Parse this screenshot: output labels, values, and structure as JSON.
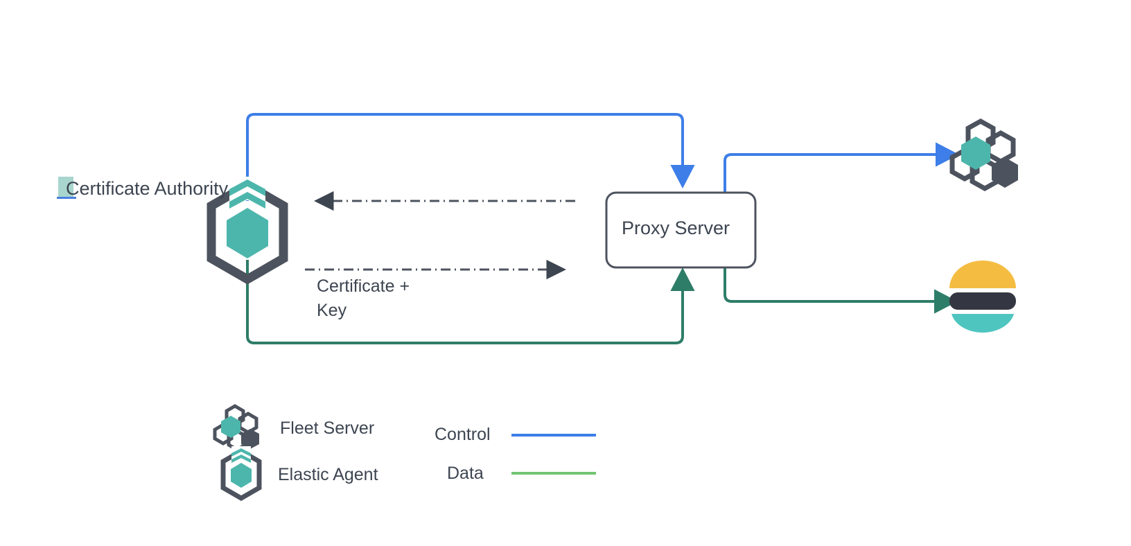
{
  "diagram": {
    "title_alt": "Elastic Agent proxy server certificate flow",
    "nodes": {
      "certificate_authority": {
        "label": "Certificate Authority",
        "icon": "elastic-agent-icon"
      },
      "proxy_server": {
        "label": "Proxy Server",
        "shape": "rounded-rectangle"
      },
      "fleet_server": {
        "label": "",
        "icon": "fleet-server-icon"
      },
      "elasticsearch": {
        "label": "",
        "icon": "elasticsearch-logo"
      }
    },
    "edges": {
      "certificate_key_label": "Certificate +\nKey"
    }
  },
  "legend": {
    "items": [
      {
        "label": "Fleet Server",
        "icon": "fleet-server-icon"
      },
      {
        "label": "Elastic Agent",
        "icon": "elastic-agent-icon"
      }
    ],
    "lines": [
      {
        "label": "Control",
        "color": "#3d7ee8"
      },
      {
        "label": "Data",
        "color": "#72c472"
      }
    ]
  },
  "colors": {
    "control_line": "#3d7ee8",
    "data_line": "#2e7d68",
    "data_legend_line": "#72c472",
    "dashdot_line": "#4d535e",
    "teal": "#4db6ac",
    "dark_slate": "#4d535e",
    "text": "#3d4551",
    "elastic_yellow": "#f4bd42",
    "elastic_dark": "#343741",
    "elastic_teal": "#4fc5c0",
    "selection_highlight": "#a8d5cd",
    "caret_blue": "#4a7fe0",
    "box_border": "#4d535e",
    "background": "#ffffff"
  }
}
